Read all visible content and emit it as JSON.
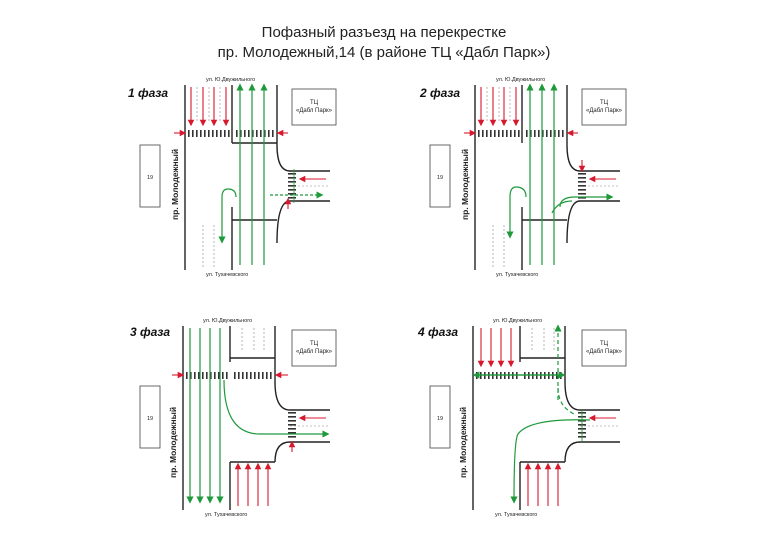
{
  "title": {
    "line1": "Пофазный разъезд на перекрестке",
    "line2": "пр. Молодежный,14 (в районе ТЦ «Дабл Парк»)"
  },
  "labels": {
    "street_north": "ул. Ю.Двужильного",
    "street_south": "ул. Тухачевского",
    "avenue": "пр. Молодежный",
    "tc_line1": "ТЦ",
    "tc_line2": "«Дабл Парк»",
    "building": "19"
  },
  "phases": [
    {
      "id": "p1",
      "label": "1 фаза"
    },
    {
      "id": "p2",
      "label": "2 фаза"
    },
    {
      "id": "p3",
      "label": "3 фаза"
    },
    {
      "id": "p4",
      "label": "4 фаза"
    }
  ],
  "colors": {
    "go": "#1e9a3c",
    "stop": "#d7192d",
    "road": "#222222",
    "lane": "#888888"
  }
}
